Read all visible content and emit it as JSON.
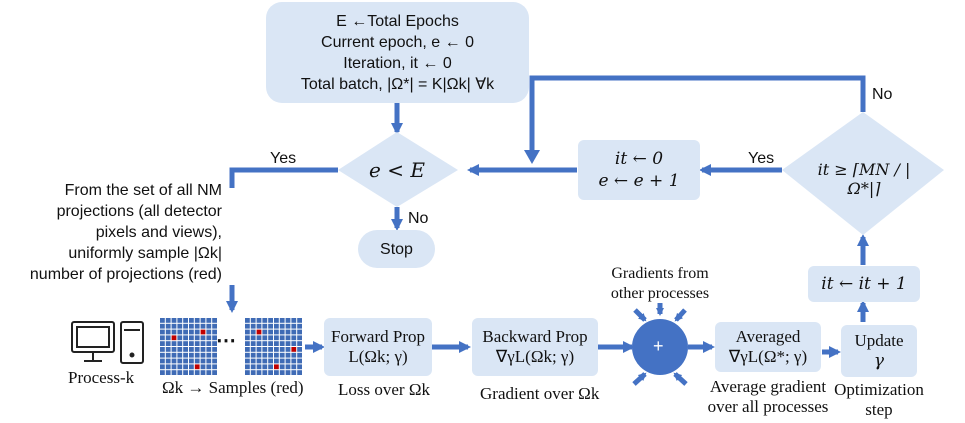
{
  "init_box": {
    "line1": "E ←Total Epochs",
    "line2": "Current epoch, e ← 0",
    "line3": "Iteration, it ← 0",
    "line4": "Total batch, |Ω*| = K|Ωk| ∀k"
  },
  "epoch_check": {
    "label": "e < E",
    "yes": "Yes",
    "no": "No"
  },
  "stop_box": {
    "label": "Stop"
  },
  "reset_box": {
    "line1": "it ← 0",
    "line2": "e ← e + 1"
  },
  "iter_check": {
    "label": "it ≥ ⌈MN / |Ω*|⌉",
    "yes": "Yes",
    "no": "No"
  },
  "increment_box": {
    "label": "it ← it + 1"
  },
  "sampling_note": {
    "line1": "From the set of all NM",
    "line2": "projections (all detector",
    "line3": "pixels and views),",
    "line4": "uniformly sample |Ωk|",
    "line5": "number of projections (red)"
  },
  "process": {
    "label": "Process-k",
    "samples_label": "Ωk → Samples (red)",
    "ellipsis": "⋯"
  },
  "forward_box": {
    "line1": "Forward Prop",
    "line2": "L(Ωk; γ)",
    "caption": "Loss over Ωk"
  },
  "backward_box": {
    "line1": "Backward Prop",
    "line2": "∇γL(Ωk; γ)",
    "caption": "Gradient over Ωk"
  },
  "sum_node": {
    "symbol": "+",
    "caption_line1": "Gradients from",
    "caption_line2": "other processes"
  },
  "averaged_box": {
    "line1": "Averaged",
    "line2": "∇γL(Ω*; γ)",
    "caption_line1": "Average gradient",
    "caption_line2": "over all processes"
  },
  "update_box": {
    "line1": "Update",
    "line2": "γ",
    "caption_line1": "Optimization",
    "caption_line2": "step"
  },
  "colors": {
    "arrow": "#4472c4",
    "box_fill": "#dae6f5",
    "grid": "#3f6bb5",
    "sample": "#c00000",
    "node": "#4472c4"
  }
}
